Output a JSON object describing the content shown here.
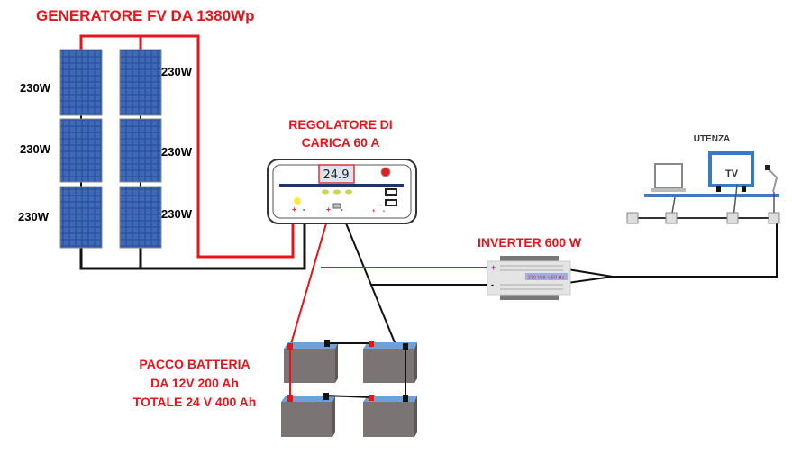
{
  "title": "GENERATORE FV DA 1380Wp",
  "panels": {
    "labels": [
      "230W",
      "230W",
      "230W",
      "230W",
      "230W",
      "230W"
    ]
  },
  "regulator": {
    "title_line1": "REGOLATORE DI",
    "title_line2": "CARICA 60 A",
    "display": "24.9"
  },
  "inverter": {
    "title": "INVERTER 600 W",
    "plate": "230 Volt ~ 50 Hz"
  },
  "battery": {
    "line1": "PACCO BATTERIA",
    "line2": "DA 12V 200 Ah",
    "line3": "TOTALE 24 V 400 Ah"
  },
  "load": {
    "title": "UTENZA",
    "tv_label": "TV"
  },
  "colors": {
    "label_red": "#e8141b",
    "wire_red": "#e8141b",
    "wire_black": "#111111",
    "panel_blue": "#2d56a8",
    "accent_blue": "#3d78c4",
    "battery_gray": "#7a7474"
  }
}
